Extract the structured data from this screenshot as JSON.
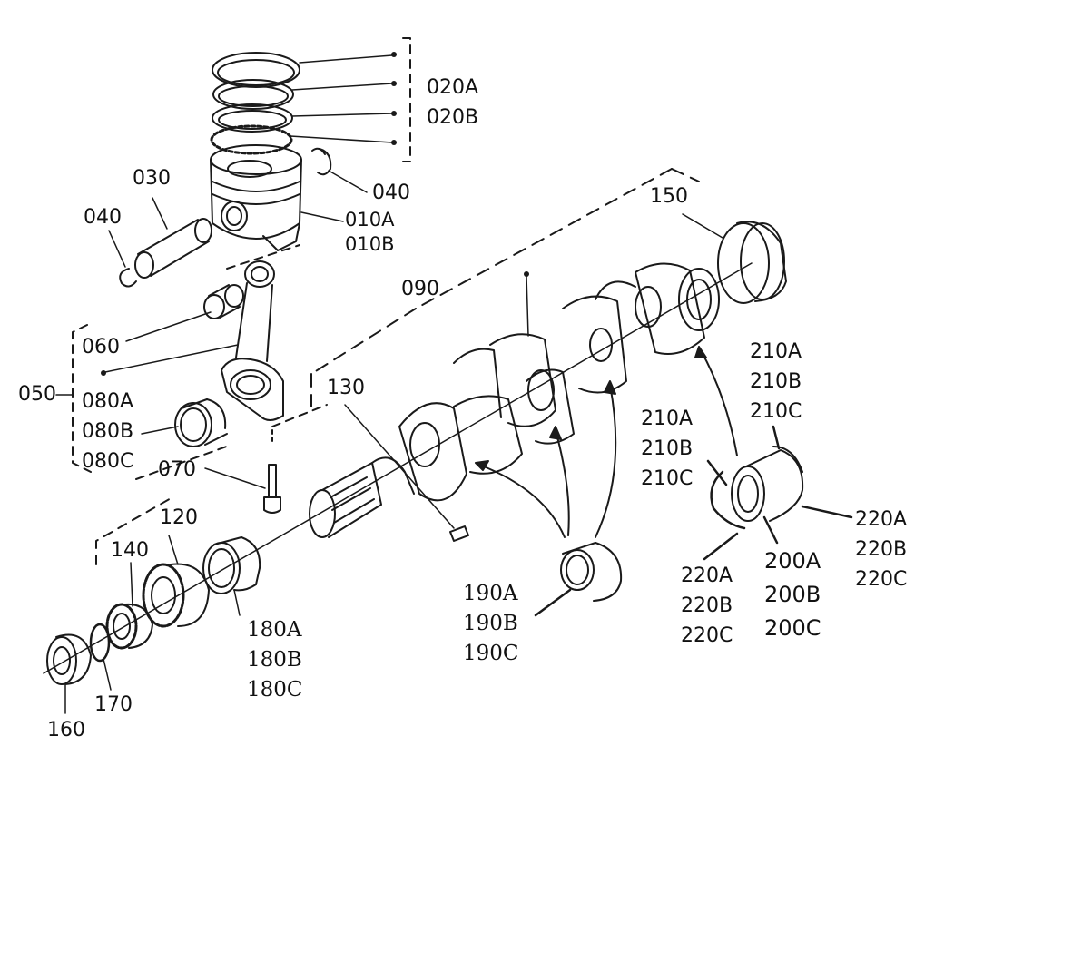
{
  "labels": {
    "l020": [
      "020A",
      "020B"
    ],
    "l040a": "040",
    "l030": "030",
    "l040b": "040",
    "l010": [
      "010A",
      "010B"
    ],
    "l150": "150",
    "l090": "090",
    "l060": "060",
    "l050": "050",
    "l080": [
      "080A",
      "080B",
      "080C"
    ],
    "l130": "130",
    "l210r": [
      "210A",
      "210B",
      "210C"
    ],
    "l210l": [
      "210A",
      "210B",
      "210C"
    ],
    "l070": "070",
    "l120": "120",
    "l140": "140",
    "l220r": [
      "220A",
      "220B",
      "220C"
    ],
    "l220l": [
      "220A",
      "220B",
      "220C"
    ],
    "l200": [
      "200A",
      "200B",
      "200C"
    ],
    "l190": [
      "190A",
      "190B",
      "190C"
    ],
    "l180": [
      "180A",
      "180B",
      "180C"
    ],
    "l170": "170",
    "l160": "160"
  }
}
